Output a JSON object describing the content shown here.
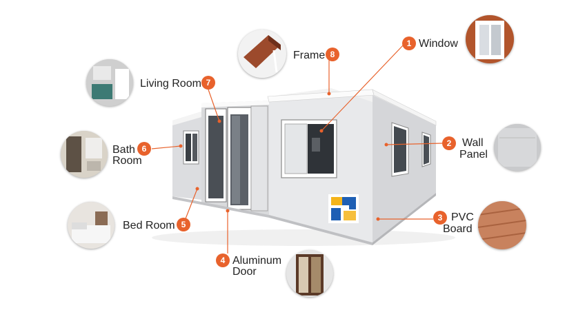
{
  "callouts": [
    {
      "id": "window",
      "number": "1",
      "label": "Window"
    },
    {
      "id": "wall-panel",
      "number": "2",
      "label_line1": "Wall",
      "label_line2": "Panel"
    },
    {
      "id": "pvc-board",
      "number": "3",
      "label_line1": "PVC",
      "label_line2": "Board"
    },
    {
      "id": "aluminum-door",
      "number": "4",
      "label_line1": "Aluminum",
      "label_line2": "Door"
    },
    {
      "id": "bed-room",
      "number": "5",
      "label": "Bed Room"
    },
    {
      "id": "bath-room",
      "number": "6",
      "label_line1": "Bath",
      "label_line2": "Room"
    },
    {
      "id": "living-room",
      "number": "7",
      "label": "Living Room"
    },
    {
      "id": "frame",
      "number": "8",
      "label": "Frame"
    }
  ],
  "colors": {
    "accent": "#e8622c",
    "leader_line": "#e8622c",
    "house_wall": "#e9eaec",
    "roof_trim": "#f7f7f7"
  },
  "icons": [
    "logo-mark-icon"
  ]
}
